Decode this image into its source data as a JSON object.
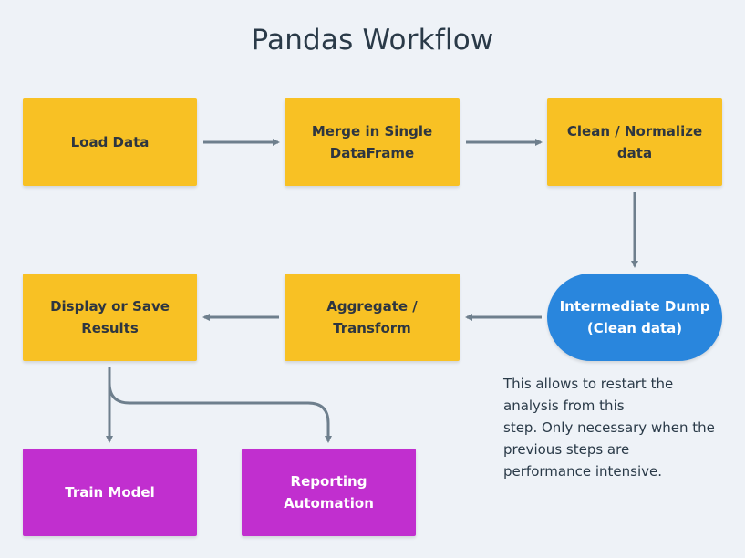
{
  "diagram": {
    "title": "Pandas Workflow",
    "nodes": {
      "load_data": "Load Data",
      "merge": "Merge in Single\nDataFrame",
      "clean": "Clean / Normalize\ndata",
      "dump": "Intermediate Dump\n(Clean data)",
      "aggregate": "Aggregate /\nTransform",
      "display": "Display or Save\nResults",
      "train": "Train Model",
      "reporting": "Reporting\nAutomation"
    },
    "note": "This allows to restart the\nanalysis from this\nstep. Only necessary when the\nprevious steps are\nperformance intensive.",
    "colors": {
      "process": "#f8c124",
      "terminal": "#c12fcf",
      "storage": "#2986dd",
      "connector": "#6e7f8d",
      "background": "#eef2f7"
    }
  }
}
